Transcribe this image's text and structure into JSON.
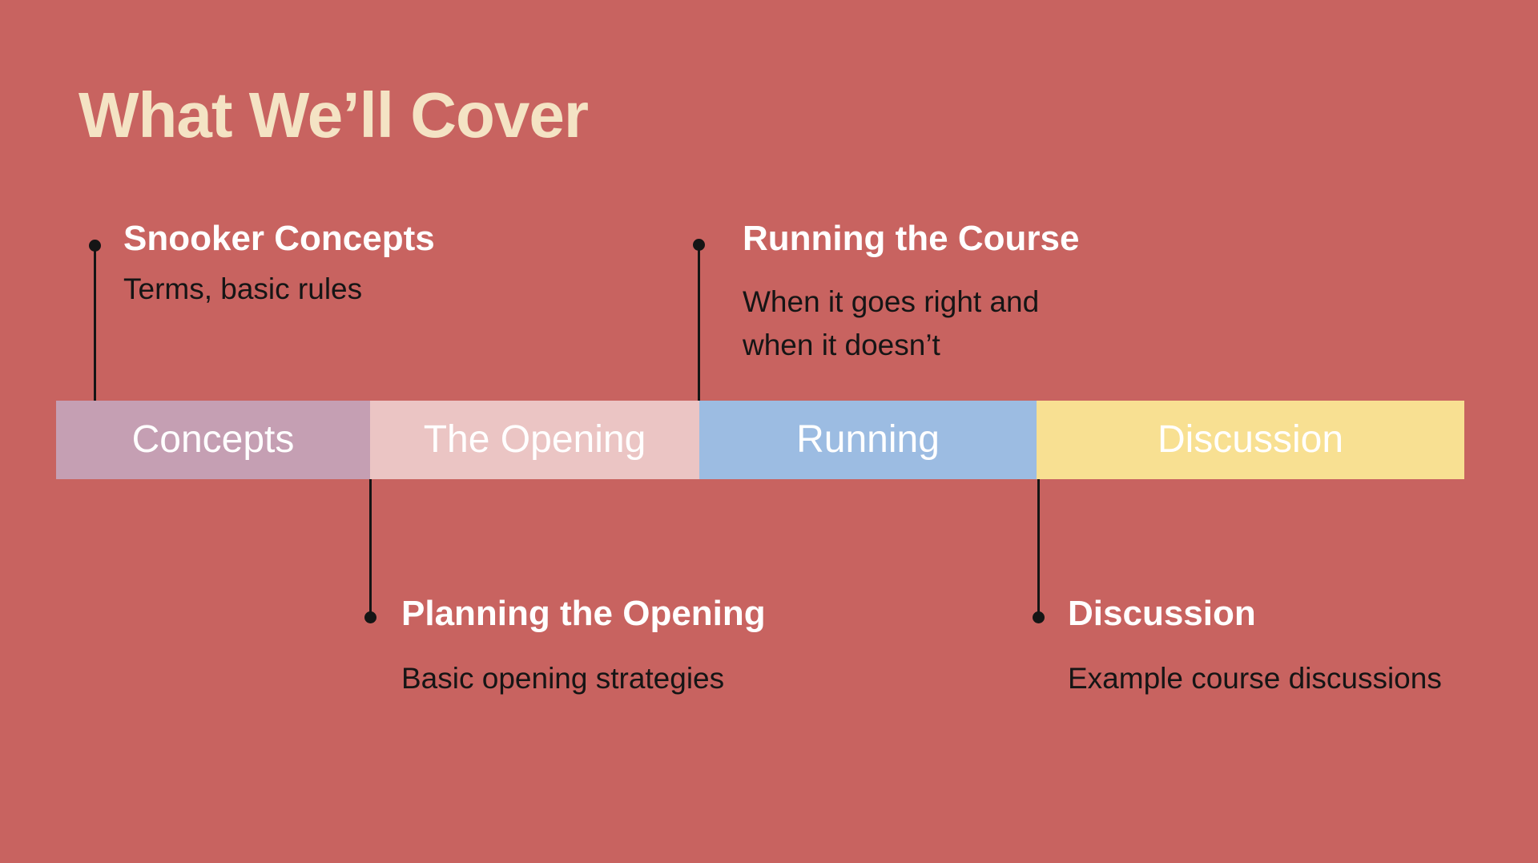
{
  "slide": {
    "title": "What We’ll Cover",
    "colors": {
      "background": "#c86360",
      "title_text": "#f4e3c4",
      "callout_title_text": "#ffffff",
      "callout_description_text": "#151515",
      "segment_label_text": "#ffffff",
      "connector": "#151515"
    },
    "callouts": [
      {
        "title": "Snooker Concepts",
        "description": "Terms, basic rules",
        "position": "top"
      },
      {
        "title": "Running the Course",
        "description": "When it goes right and\nwhen it doesn’t",
        "position": "top"
      },
      {
        "title": "Planning the Opening",
        "description": "Basic opening strategies",
        "position": "bottom"
      },
      {
        "title": "Discussion",
        "description": "Example course discussions",
        "position": "bottom"
      }
    ],
    "timeline": {
      "segments": [
        {
          "label": "Concepts",
          "color": "#c59fb3"
        },
        {
          "label": "The Opening",
          "color": "#ebc5c4"
        },
        {
          "label": "Running",
          "color": "#9cbce2"
        },
        {
          "label": "Discussion",
          "color": "#f8e092"
        }
      ]
    }
  }
}
